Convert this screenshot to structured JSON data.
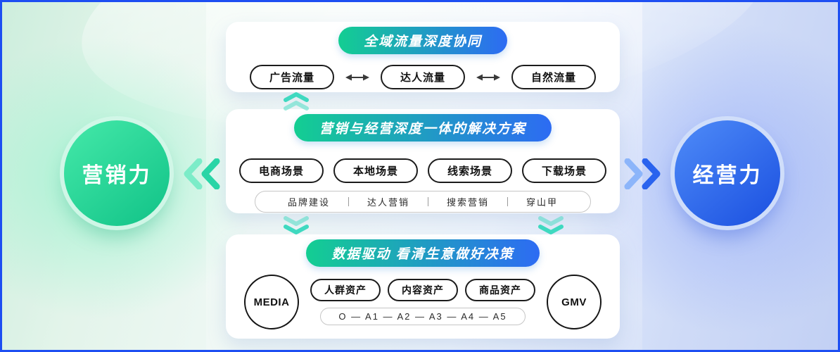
{
  "diagram": {
    "left_power": {
      "label": "营销力"
    },
    "right_power": {
      "label": "经营力"
    },
    "traffic_card": {
      "title": "全域流量深度协同",
      "pills": [
        "广告流量",
        "达人流量",
        "自然流量"
      ]
    },
    "solution_card": {
      "title": "营销与经营深度一体的解决方案",
      "pills": [
        "电商场景",
        "本地场景",
        "线索场景",
        "下载场景"
      ],
      "bar_items": [
        "品牌建设",
        "达人营销",
        "搜索营销",
        "穿山甲"
      ]
    },
    "data_card": {
      "title": "数据驱动 看清生意做好决策",
      "left_badge": "MEDIA",
      "right_badge": "GMV",
      "pills": [
        "人群资产",
        "内容资产",
        "商品资产"
      ],
      "funnel": "O — A1 — A2 — A3 — A4 — A5"
    }
  },
  "colors": {
    "accent_green": "#13ce92",
    "accent_blue": "#2d6bf3",
    "teal_chevron": "#3fd9c0",
    "frame_border": "#1d4ef2"
  }
}
